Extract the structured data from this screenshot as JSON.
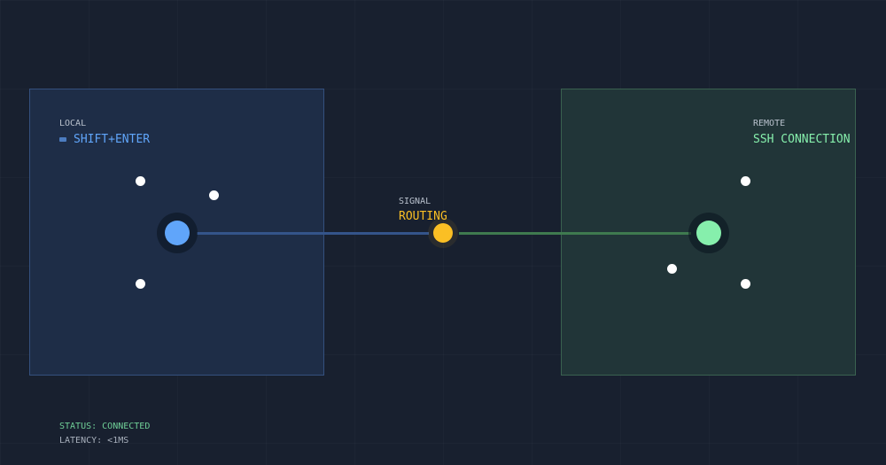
{
  "local": {
    "label": "LOCAL",
    "value": "SHIFT+ENTER",
    "icon": "keyboard-icon",
    "color": "#60a5fa"
  },
  "signal": {
    "label": "SIGNAL",
    "value": "ROUTING",
    "color": "#fbbf24"
  },
  "remote": {
    "label": "REMOTE",
    "value": "SSH CONNECTION",
    "color": "#86efac"
  },
  "status": {
    "status": "STATUS: CONNECTED",
    "latency": "LATENCY: <1MS"
  }
}
